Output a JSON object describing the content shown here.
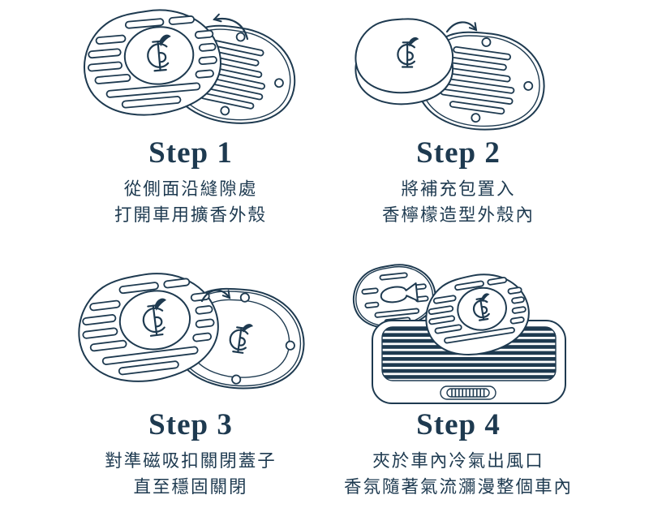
{
  "page": {
    "background_color": "#ffffff",
    "accent_color": "#1e3a50"
  },
  "steps": [
    {
      "title": "Step 1",
      "lines": [
        "從側面沿縫隙處",
        "打開車用擴香外殼"
      ],
      "illustration": "open-diffuser-shell-two-halves",
      "icons": [
        "curved-arrow-icon",
        "brand-monogram-icon"
      ]
    },
    {
      "title": "Step 2",
      "lines": [
        "將補充包置入",
        "香檸檬造型外殼內"
      ],
      "illustration": "refill-puck-into-shell",
      "icons": [
        "curved-arrow-icon",
        "brand-monogram-icon"
      ]
    },
    {
      "title": "Step 3",
      "lines": [
        "對準磁吸扣關閉蓋子",
        "直至穩固關閉"
      ],
      "illustration": "close-lid-magnetic-clasp",
      "icons": [
        "curved-arrow-icon",
        "brand-monogram-icon"
      ]
    },
    {
      "title": "Step 4",
      "lines": [
        "夾於車內冷氣出風口",
        "香氛隨著氣流瀰漫整個車內"
      ],
      "illustration": "diffuser-clipped-on-car-vent",
      "icons": [
        "airflow-icon",
        "brand-monogram-icon"
      ]
    }
  ]
}
